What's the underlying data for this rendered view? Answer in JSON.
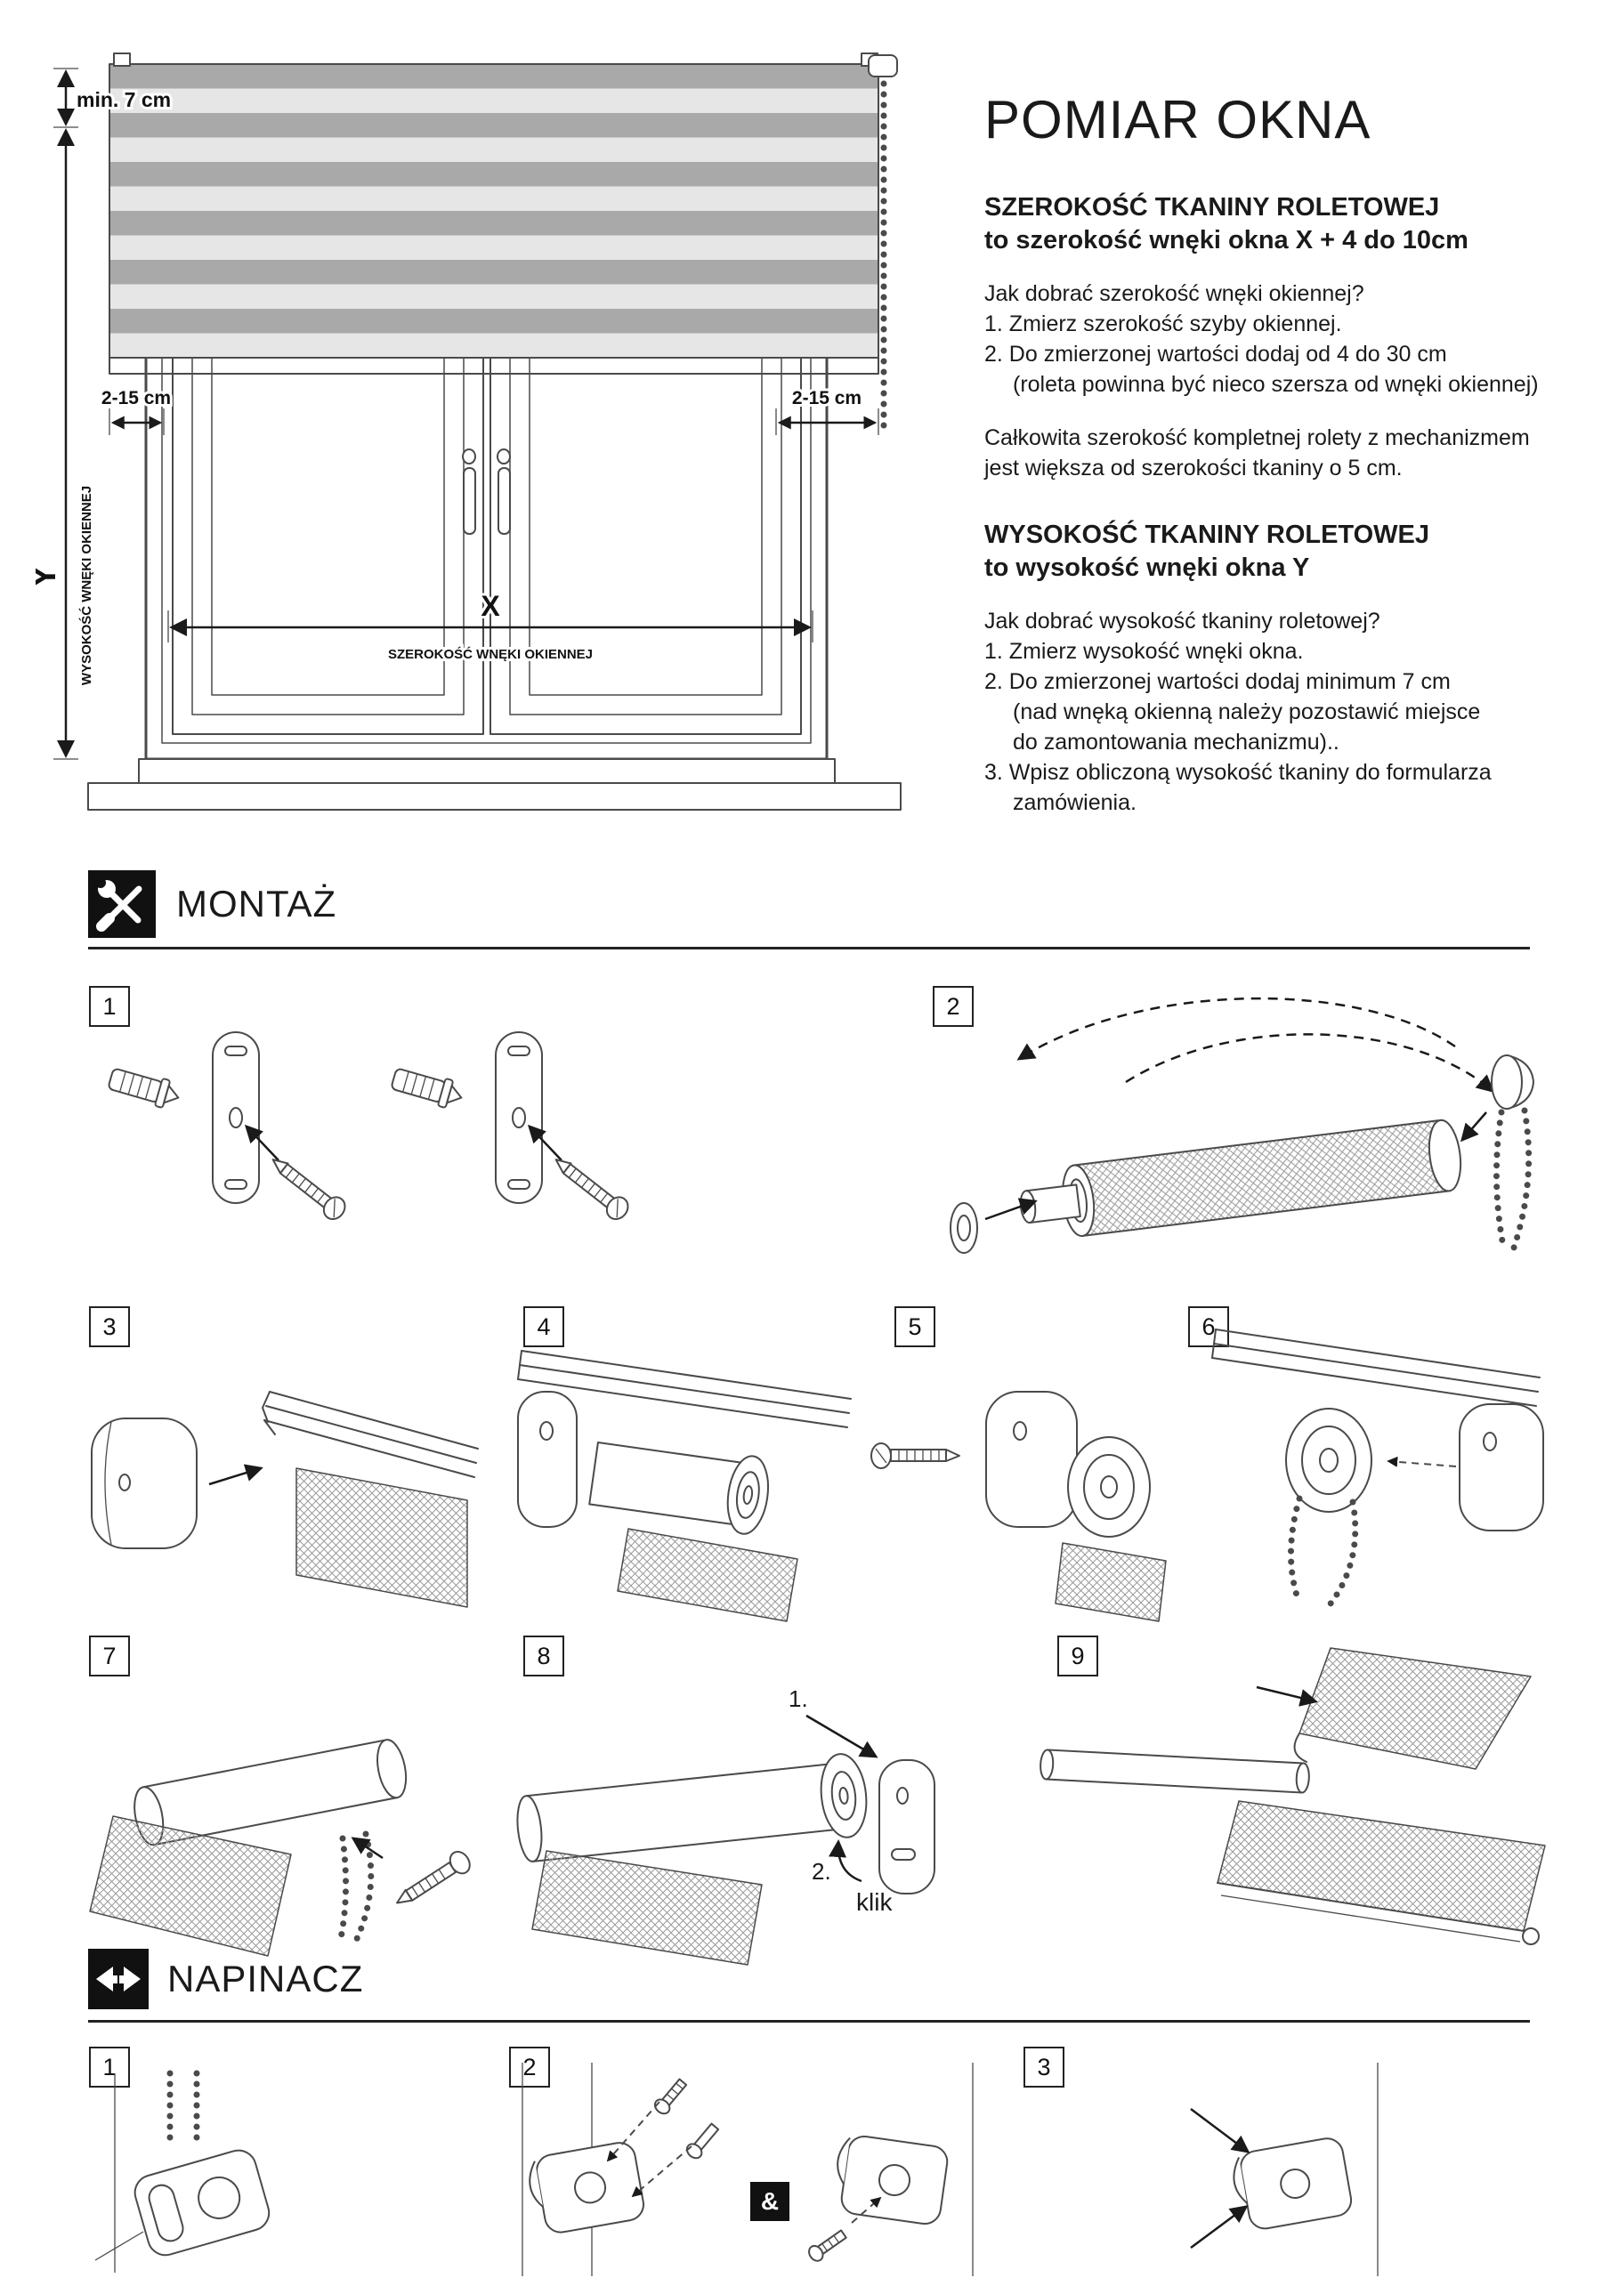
{
  "measure": {
    "title": "POMIAR OKNA",
    "width": {
      "heading_line1": "SZEROKOŚĆ TKANINY ROLETOWEJ",
      "heading_line2": "to szerokość wnęki okna X + 4 do 10cm",
      "intro": "Jak dobrać szerokość wnęki okiennej?",
      "step1": "1. Zmierz szerokość szyby okiennej.",
      "step2": "2. Do zmierzonej wartości dodaj od 4 do 30 cm",
      "step2_cont": "(roleta powinna być nieco szersza od wnęki okiennej)",
      "note_line1": "Całkowita szerokość kompletnej rolety z mechanizmem",
      "note_line2": "jest większa od szerokości tkaniny o 5 cm."
    },
    "height": {
      "heading_line1": "WYSOKOŚĆ TKANINY ROLETOWEJ",
      "heading_line2": "to wysokość wnęki okna Y",
      "intro": "Jak dobrać wysokość tkaniny roletowej?",
      "step1": "1. Zmierz wysokość wnęki okna.",
      "step2": "2. Do zmierzonej wartości dodaj minimum 7 cm",
      "step2_cont1": "(nad wnęką okienną należy pozostawić miejsce",
      "step2_cont2": "do zamontowania mechanizmu)..",
      "step3": "3. Wpisz obliczoną wysokość tkaniny do formularza",
      "step3_cont": "zamówienia."
    }
  },
  "window_diagram": {
    "min_top": "min. 7 cm",
    "overhang_left": "2-15 cm",
    "overhang_right": "2-15 cm",
    "y_letter": "Y",
    "y_label": "WYSOKOŚĆ WNĘKI OKIENNEJ",
    "x_letter": "X",
    "x_label": "SZEROKOŚĆ WNĘKI OKIENNEJ"
  },
  "montaz": {
    "label": "MONTAŻ",
    "steps": [
      "1",
      "2",
      "3",
      "4",
      "5",
      "6",
      "7",
      "8",
      "9"
    ],
    "step8_marker1": "1.",
    "step8_marker2": "2.",
    "step8_klik": "klik"
  },
  "napinacz": {
    "label": "NAPINACZ",
    "steps": [
      "1",
      "2",
      "3"
    ],
    "joiner": "&"
  },
  "colors": {
    "ink": "#1a1a1a",
    "line": "#4a4a4a",
    "blind_dark": "#a9a9a9",
    "blind_light": "#e6e6e6"
  }
}
